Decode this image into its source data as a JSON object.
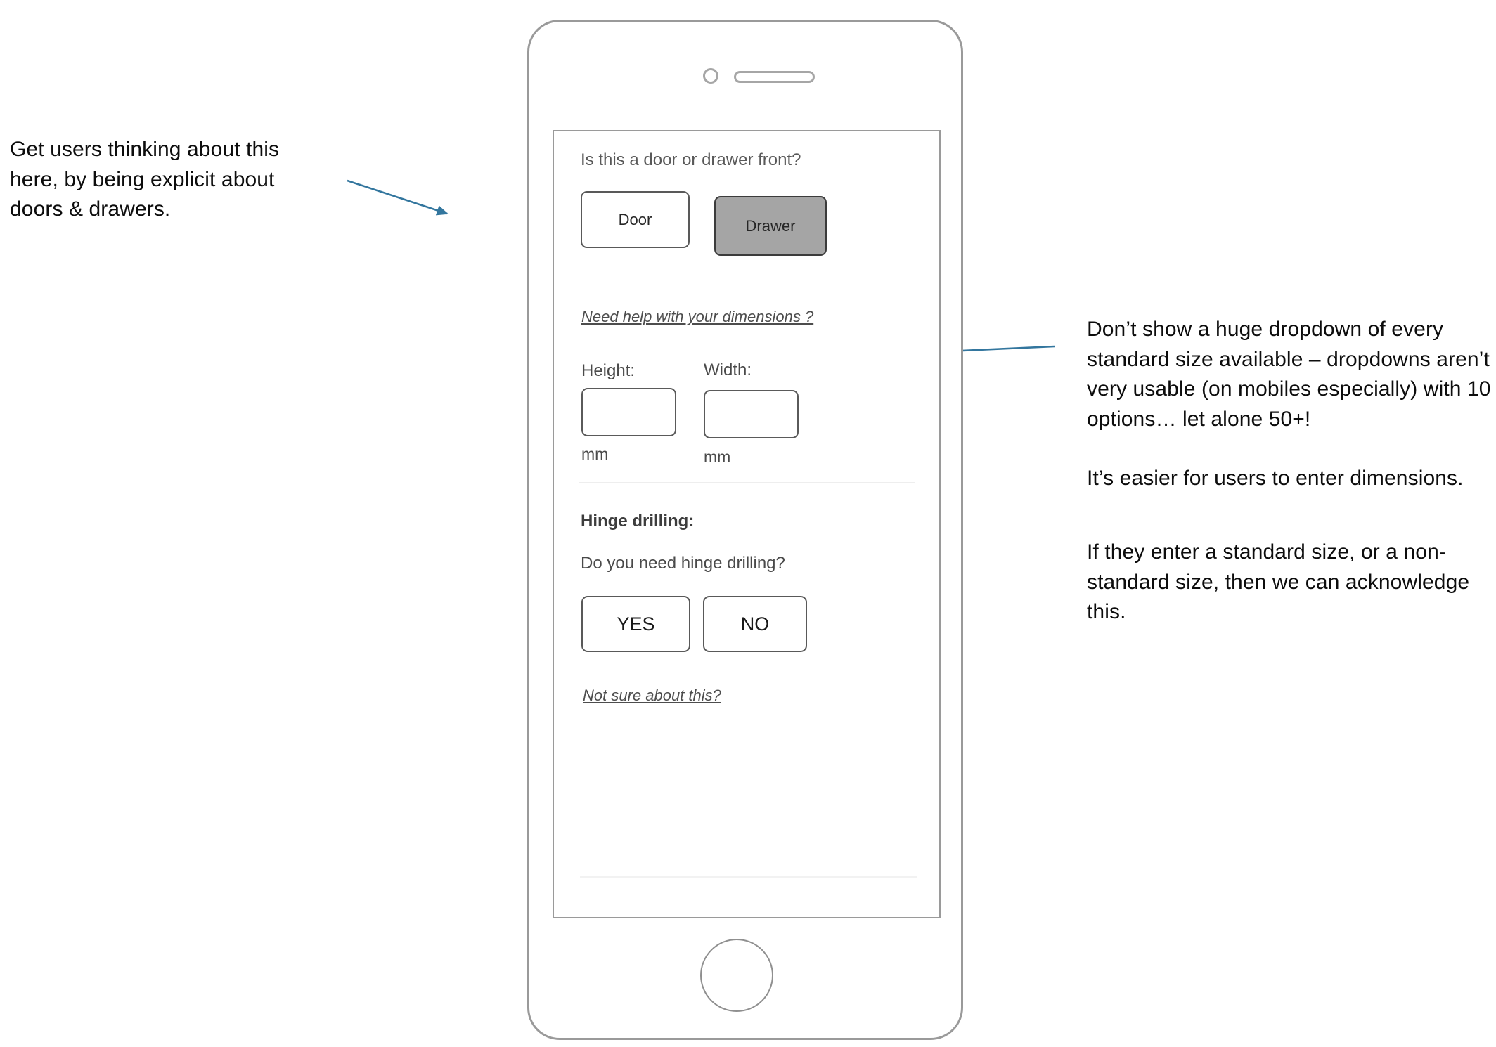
{
  "annotations": {
    "left": {
      "text": "Get users thinking about this here, by being explicit about doors & drawers."
    },
    "right": {
      "paragraph_1": "Don’t show a huge dropdown of every standard size available – dropdowns aren’t very usable (on mobiles especially) with 10 options… let alone 50+!",
      "paragraph_2": "It’s easier for users to enter dimensions.",
      "paragraph_3": "If they enter a standard size, or a non-standard size, then we can acknowledge this."
    },
    "arrow_color": "#33769e"
  },
  "phone": {
    "camera_icon": "camera-icon",
    "speaker_icon": "speaker-grille-icon",
    "home_button": "home-button"
  },
  "screen": {
    "door_drawer": {
      "question": "Is this a door or drawer front?",
      "options": [
        {
          "label": "Door",
          "selected": false
        },
        {
          "label": "Drawer",
          "selected": true
        }
      ]
    },
    "dimensions": {
      "help_link": "Need help with your dimensions ?",
      "height_label": "Height:",
      "width_label": "Width:",
      "height_value": "",
      "width_value": "",
      "height_placeholder": "",
      "width_placeholder": "",
      "height_unit": "mm",
      "width_unit": "mm"
    },
    "hinge": {
      "heading": "Hinge drilling:",
      "question": "Do you need hinge drilling?",
      "options": [
        {
          "label": "YES",
          "selected": false
        },
        {
          "label": "NO",
          "selected": false
        }
      ],
      "help_link": "Not sure about this?"
    }
  },
  "colors": {
    "selected_button_fill": "#a5a5a5",
    "frame_border": "#9a9a9a",
    "divider": "#eeeeee"
  }
}
